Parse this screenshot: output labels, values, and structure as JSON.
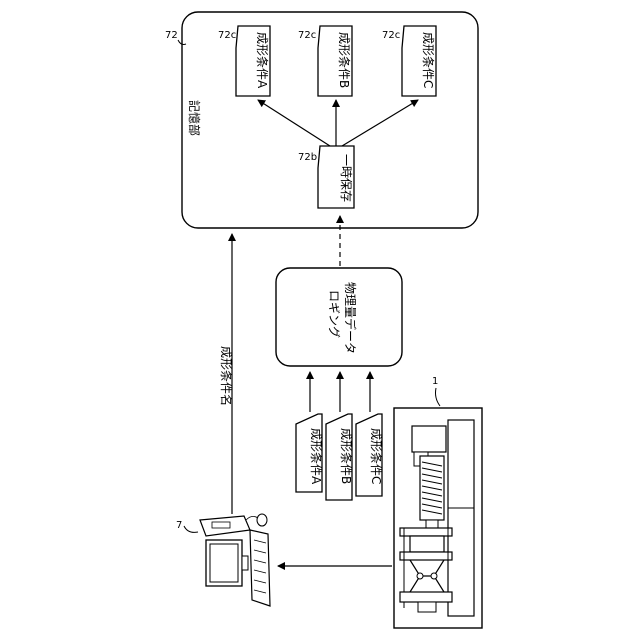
{
  "storage": {
    "ref": "72",
    "label": "記憶部"
  },
  "conditions_stored": [
    {
      "ref": "72c",
      "label": "成形条件A"
    },
    {
      "ref": "72c",
      "label": "成形条件B"
    },
    {
      "ref": "72c",
      "label": "成形条件C"
    }
  ],
  "temp_store": {
    "ref": "72b",
    "label": "一時保存"
  },
  "logging": {
    "line1": "物理量データ",
    "line2": "ロギング"
  },
  "input_docs": [
    {
      "label": "成形条件A"
    },
    {
      "label": "成形条件B"
    },
    {
      "label": "成形条件C"
    }
  ],
  "flow_label": "成形条件名",
  "machine": {
    "ref": "1"
  },
  "computer": {
    "ref": "7"
  }
}
